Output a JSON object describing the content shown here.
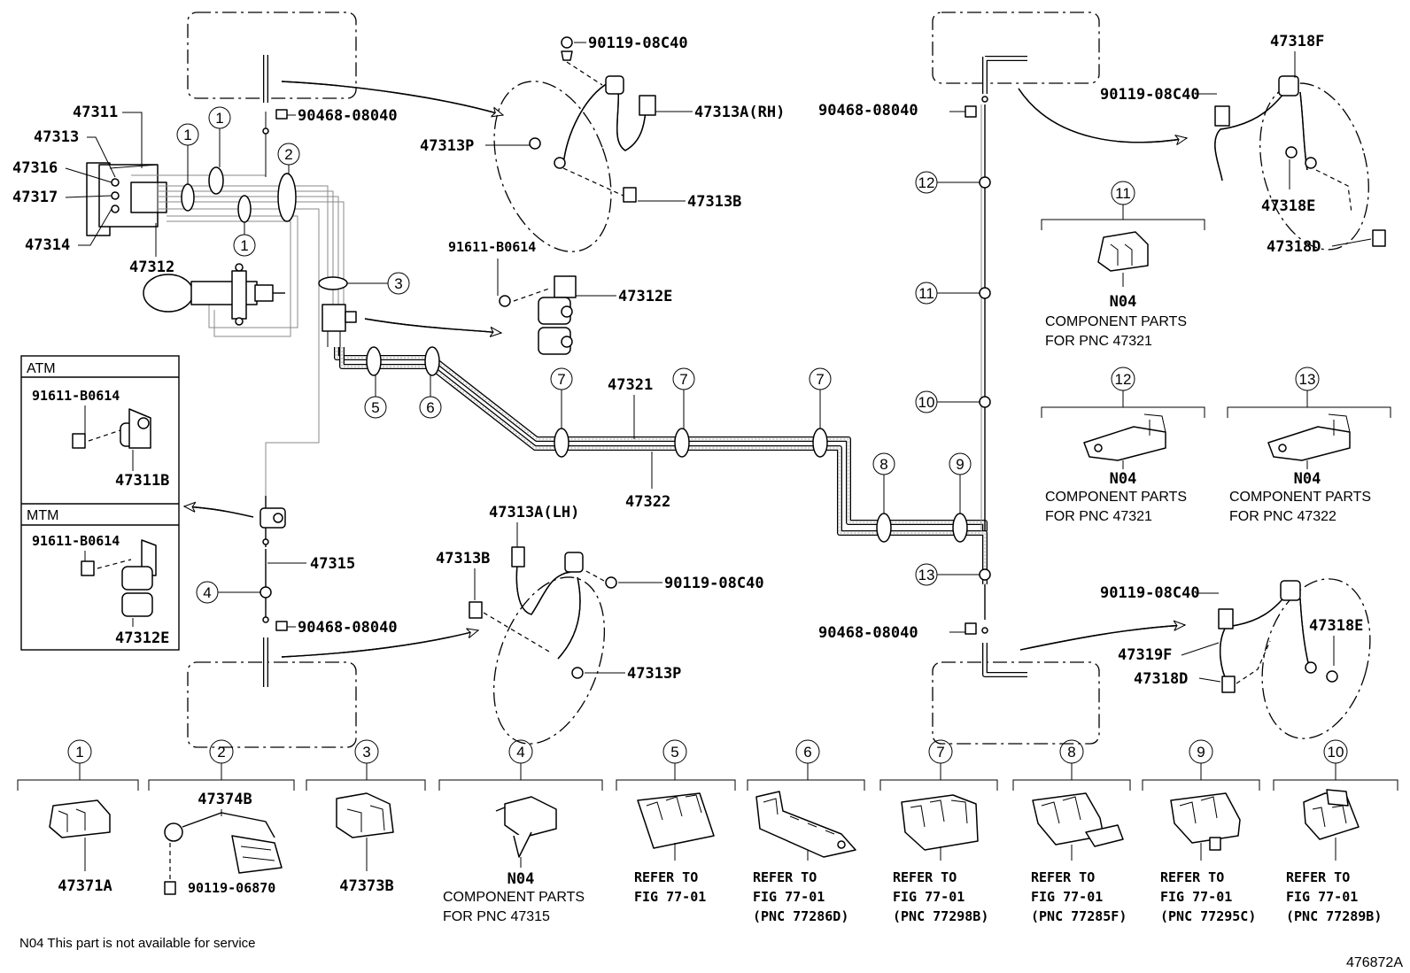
{
  "callouts": {
    "front_left_top": [
      "47311",
      "47313",
      "47316",
      "47317",
      "47314",
      "47312"
    ],
    "front_clip_conn": "90468-08040",
    "front_hose_bolt": "90119-08C40",
    "front_hose_rh": "47313A(RH)",
    "front_hose_bracket": "47313P",
    "front_hose_union": "47313B",
    "junction_bolt": "91611-B0614",
    "junction_block": "47312E",
    "line_47321": "47321",
    "line_47322": "47322",
    "line_47315": "47315",
    "front_clip_conn_lower": "90468-08040",
    "lh_hose": "47313A(LH)",
    "lh_union": "47313B",
    "lh_bolt": "90119-08C40",
    "lh_bracket": "47313P",
    "rear_clip_conn_top": "90468-08040",
    "rear_clip_conn_bottom": "90468-08040",
    "rear_hose_top": "47318F",
    "rear_bolt_top": "90119-08C40",
    "rear_bracket_top": "47318E",
    "rear_union_top": "47318D",
    "rear_bolt_bottom": "90119-08C40",
    "rear_bracket_bottom": "47318E",
    "rear_hose_bottom": "47319F",
    "rear_union_bottom": "47318D"
  },
  "circled_indices": {
    "one": "1",
    "two": "2",
    "three": "3",
    "four": "4",
    "five": "5",
    "six": "6",
    "seven": "7",
    "eight": "8",
    "nine": "9",
    "ten": "10",
    "eleven": "11",
    "twelve": "12",
    "thirteen": "13"
  },
  "inset": {
    "atm_title": "ATM",
    "atm_bolt": "91611-B0614",
    "atm_part": "47311B",
    "mtm_title": "MTM",
    "mtm_bolt": "91611-B0614",
    "mtm_part": "47312E"
  },
  "side_legend": {
    "l11": {
      "index": "11",
      "code": "N04",
      "line1": "COMPONENT PARTS",
      "line2": "FOR PNC 47321"
    },
    "l12": {
      "index": "12",
      "code": "N04",
      "line1": "COMPONENT PARTS",
      "line2": "FOR PNC 47321"
    },
    "l13": {
      "index": "13",
      "code": "N04",
      "line1": "COMPONENT PARTS",
      "line2": "FOR PNC 47322"
    }
  },
  "bottom_legend": [
    {
      "index": "1",
      "parts": [
        "47371A"
      ]
    },
    {
      "index": "2",
      "parts": [
        "47374B",
        "90119-06870"
      ]
    },
    {
      "index": "3",
      "parts": [
        "47373B"
      ]
    },
    {
      "index": "4",
      "code": "N04",
      "line1": "COMPONENT PARTS",
      "line2": "FOR PNC 47315"
    },
    {
      "index": "5",
      "line1": "REFER TO",
      "line2": "FIG 77-01"
    },
    {
      "index": "6",
      "line1": "REFER TO",
      "line2": "FIG 77-01",
      "line3": "(PNC 77286D)"
    },
    {
      "index": "7",
      "line1": "REFER TO",
      "line2": "FIG 77-01",
      "line3": "(PNC 77298B)"
    },
    {
      "index": "8",
      "line1": "REFER TO",
      "line2": "FIG 77-01",
      "line3": "(PNC 77285F)"
    },
    {
      "index": "9",
      "line1": "REFER TO",
      "line2": "FIG 77-01",
      "line3": "(PNC 77295C)"
    },
    {
      "index": "10",
      "line1": "REFER TO",
      "line2": "FIG 77-01",
      "line3": "(PNC 77289B)"
    }
  ],
  "footnote": "N04 This part is not available for service",
  "figure_id": "476872A"
}
